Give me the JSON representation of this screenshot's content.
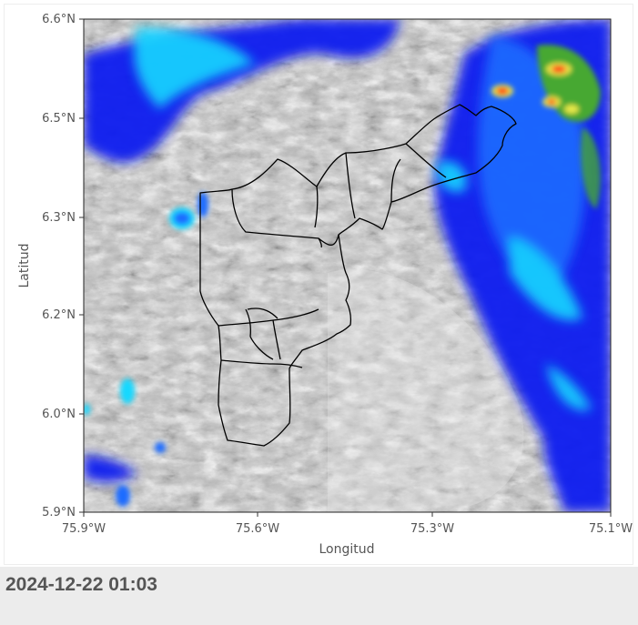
{
  "map": {
    "x_axis": {
      "label": "Longitud",
      "range": [
        -75.9,
        -75.1
      ],
      "ticks": [
        {
          "value": -75.9,
          "label": "75.9°W"
        },
        {
          "value": -75.6,
          "label": "75.6°W"
        },
        {
          "value": -75.3,
          "label": "75.3°W"
        },
        {
          "value": -75.1,
          "label": "75.1°W"
        }
      ]
    },
    "y_axis": {
      "label": "Latitud",
      "range": [
        5.9,
        6.6
      ],
      "ticks": [
        {
          "value": 6.6,
          "label": "6.6°N"
        },
        {
          "value": 6.5,
          "label": "6.5°N"
        },
        {
          "value": 6.3,
          "label": "6.3°N"
        },
        {
          "value": 6.2,
          "label": "6.2°N"
        },
        {
          "value": 6.0,
          "label": "6.0°N"
        },
        {
          "value": 5.9,
          "label": "5.9°N"
        }
      ]
    },
    "basemap": "grayscale shaded relief (hillshade)",
    "overlay": "radar precipitation reflectivity",
    "overlay_colors": [
      "#0a1cf0",
      "#1a6cff",
      "#19d8ff",
      "#46a832",
      "#e9e94a",
      "#ff2a10"
    ],
    "boundary_color": "#000000"
  },
  "footer": {
    "timestamp": "2024-12-22 01:03"
  }
}
